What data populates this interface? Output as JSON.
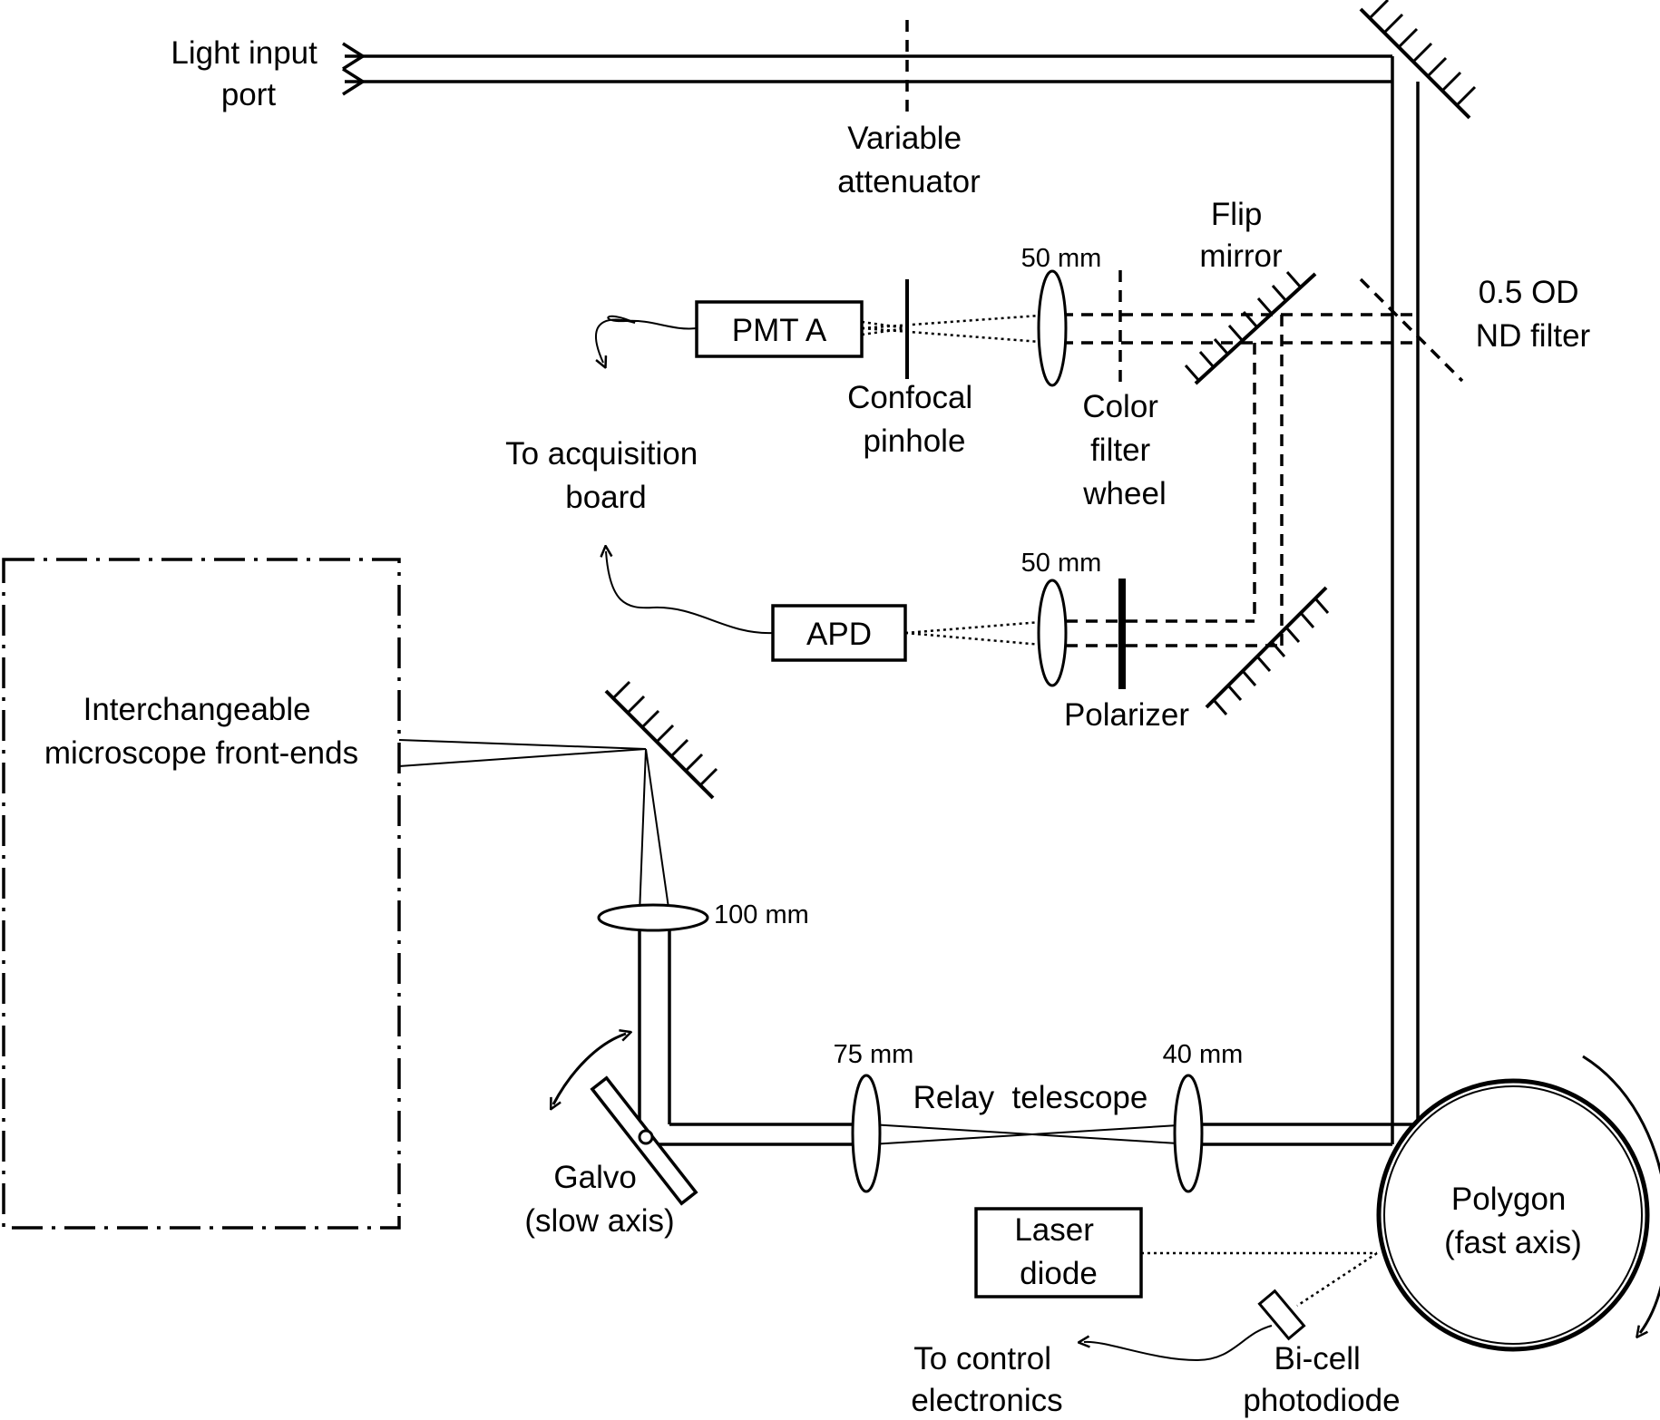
{
  "labels": {
    "light_input_port": [
      "Light input",
      "port"
    ],
    "variable_attenuator": [
      "Variable",
      "attenuator"
    ],
    "flip_mirror": [
      "Flip",
      "mirror"
    ],
    "nd_filter": [
      "0.5 OD",
      "ND filter"
    ],
    "pmt_a": "PMT A",
    "apd": "APD",
    "confocal_pinhole": [
      "Confocal",
      "pinhole"
    ],
    "color_filter_wheel": [
      "Color",
      "filter",
      "wheel"
    ],
    "to_acquisition_board": [
      "To acquisition",
      "board"
    ],
    "lens_pmt_focal": "50 mm",
    "lens_apd_focal": "50 mm",
    "polarizer": "Polarizer",
    "front_ends": [
      "Interchangeable",
      "microscope front-ends"
    ],
    "lens_100": "100 mm",
    "lens_75": "75 mm",
    "lens_40": "40 mm",
    "relay_telescope": "Relay  telescope",
    "galvo": [
      "Galvo",
      "(slow axis)"
    ],
    "polygon": [
      "Polygon",
      "(fast axis)"
    ],
    "laser_diode": [
      "Laser",
      "diode"
    ],
    "to_control_electronics": [
      "To control",
      "electronics"
    ],
    "bicell_photodiode": [
      "Bi-cell",
      "photodiode"
    ]
  },
  "icons": {
    "mirror": "hatched-mirror-icon",
    "lens": "lens-ellipse-icon",
    "rotation": "curved-arrow-icon"
  },
  "colors": {
    "ink": "#000000",
    "background": "#ffffff"
  }
}
